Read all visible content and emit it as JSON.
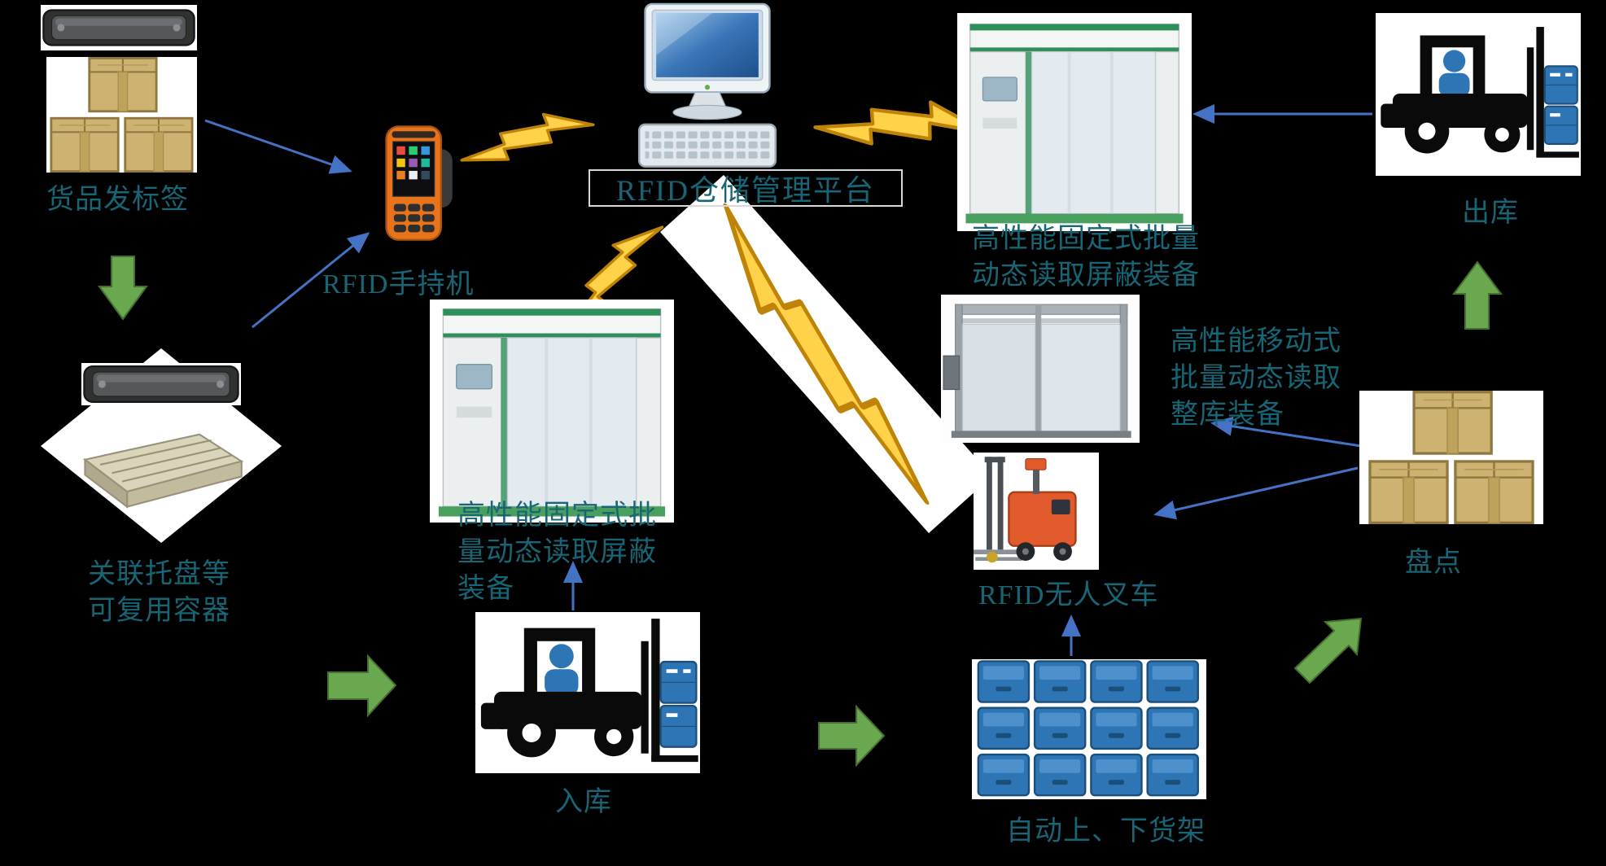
{
  "labels": {
    "goods_tagging": "货品发标签",
    "pallet_container": "关联托盘等\n可复用容器",
    "handheld": "RFID手持机",
    "platform": "RFID仓储管理平台",
    "fixed_gate_right": "高性能固定式批量\n动态读取屏蔽装备",
    "outbound": "出库",
    "fixed_gate_center": "高性能固定式批\n量动态读取屏蔽\n装备",
    "mobile_gate": "高性能移动式\n批量动态读取\n整库装备",
    "rfid_forklift": "RFID无人叉车",
    "stocktake": "盘点",
    "inbound": "入库",
    "auto_shelving": "自动上、下货架"
  },
  "colors": {
    "background": "#000000",
    "label_text": "#176575",
    "blue_arrow": "#4472c4",
    "green_arrow_fill": "#6aa84f",
    "green_arrow_stroke": "#456f2e",
    "lightning_fill": "#ffd24a",
    "lightning_stroke": "#bf8407"
  },
  "icons": {
    "rfid_tag": "rfid-tag-icon",
    "cardboard_boxes": "cardboard-boxes-icon",
    "pallet_tray": "pallet-tray-icon",
    "handheld_reader": "rfid-handheld-icon",
    "computer": "desktop-computer-icon",
    "gate_portal": "gate-portal-icon",
    "mobile_gate": "mobile-gate-icon",
    "forklift": "forklift-icon",
    "rfid_stacker": "rfid-stacker-forklift-icon",
    "shelving": "blue-shelving-bins-icon",
    "lightning": "lightning-bolt-icon"
  }
}
